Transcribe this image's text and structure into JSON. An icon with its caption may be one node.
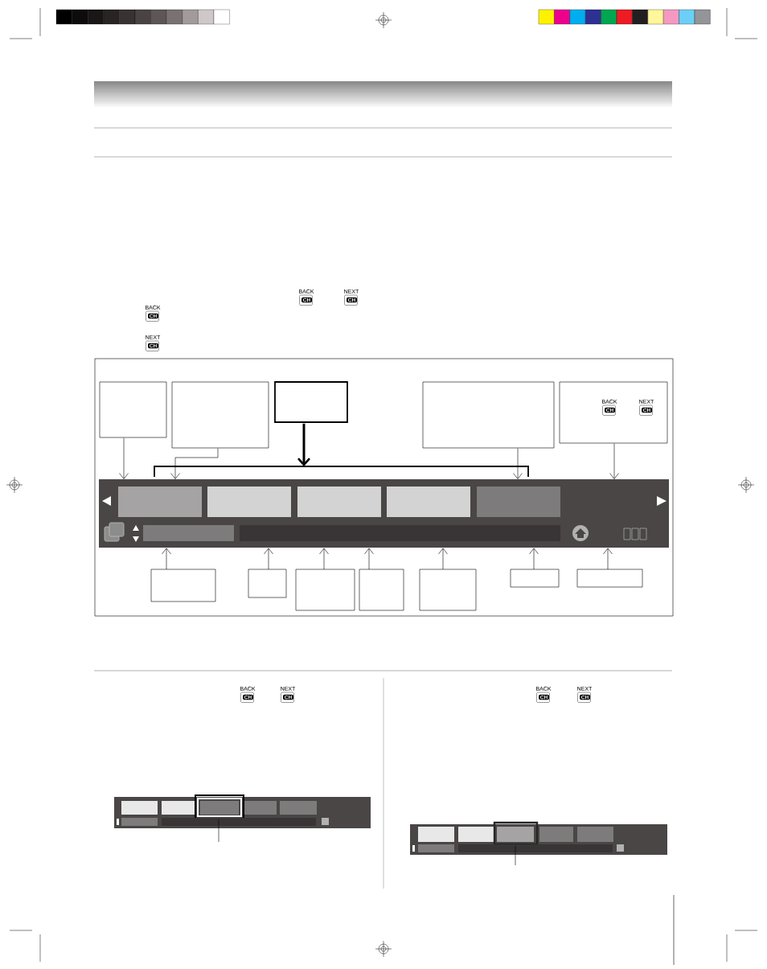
{
  "diagram": {
    "nodes": [
      {
        "text": [],
        "shape": "box"
      },
      {
        "text": [],
        "shape": "box"
      },
      {
        "text": [],
        "shape": "box"
      },
      {
        "text": [],
        "shape": "box"
      },
      {
        "text": [],
        "shape": "box"
      },
      {
        "text": [],
        "shape": "bracket"
      },
      {
        "text": [],
        "shape": "bar"
      },
      {
        "text": [],
        "shape": "box"
      },
      {
        "text": [],
        "shape": "box"
      },
      {
        "text": [],
        "shape": "box"
      },
      {
        "text": [],
        "shape": "box"
      },
      {
        "text": [],
        "shape": "box"
      },
      {
        "text": [],
        "shape": "box"
      },
      {
        "text": [],
        "shape": "box"
      }
    ],
    "edges": [
      {
        "from": 0,
        "to": 6,
        "arrow": "to"
      },
      {
        "from": 1,
        "to": 6,
        "arrow": "to"
      },
      {
        "from": 2,
        "to": 5,
        "arrow": "to",
        "style": "thick"
      },
      {
        "from": 3,
        "to": 6,
        "arrow": "to"
      },
      {
        "from": 4,
        "to": 6,
        "arrow": "to"
      },
      {
        "from": 7,
        "to": 6,
        "arrow": "to"
      },
      {
        "from": 8,
        "to": 6,
        "arrow": "to"
      },
      {
        "from": 9,
        "to": 6,
        "arrow": "to"
      },
      {
        "from": 10,
        "to": 6,
        "arrow": "to"
      },
      {
        "from": 11,
        "to": 6,
        "arrow": "to"
      },
      {
        "from": 12,
        "to": 6,
        "arrow": "to"
      },
      {
        "from": 13,
        "to": 6,
        "arrow": "to"
      }
    ],
    "labels": [
      "BACK",
      "CH",
      "NEXT",
      "CH",
      "BACK",
      "CH",
      "NEXT",
      "CH",
      "BACK",
      "CH",
      "NEXT",
      "CH",
      "BACK",
      "CH",
      "NEXT",
      "CH",
      "BACK",
      "CH",
      "NEXT",
      "CH"
    ]
  }
}
